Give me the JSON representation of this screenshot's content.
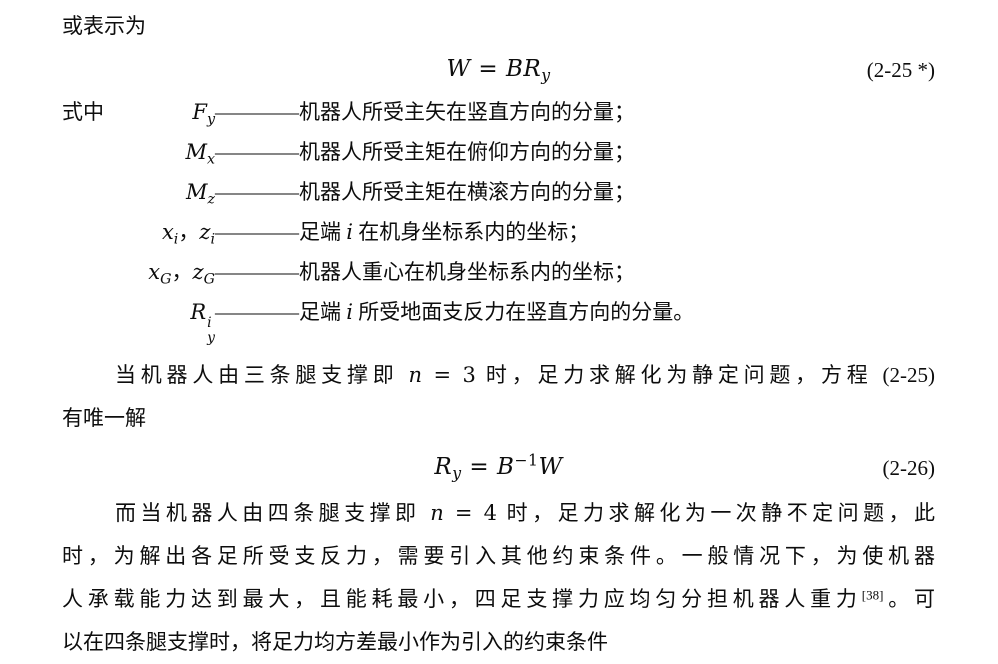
{
  "intro": "或表示为",
  "where_label": "式中",
  "equations": [
    {
      "math": "W = BR_y",
      "label": "(2-25 *)"
    },
    {
      "math": "R_y = B^{-1}W",
      "label": "(2-26)"
    }
  ],
  "definitions": [
    {
      "symbol": "F_y",
      "desc": [
        {
          "t": "text",
          "v": "————机器人所受主矢在竖直方向的分量；"
        }
      ]
    },
    {
      "symbol": "M_x",
      "desc": [
        {
          "t": "text",
          "v": "————机器人所受主矩在俯仰方向的分量；"
        }
      ]
    },
    {
      "symbol": "M_z",
      "desc": [
        {
          "t": "text",
          "v": "————机器人所受主矩在横滚方向的分量；"
        }
      ]
    },
    {
      "symbol": "x_i，z_i",
      "desc": [
        {
          "t": "text",
          "v": "————足端 "
        },
        {
          "t": "math",
          "v": "i"
        },
        {
          "t": "text",
          "v": " 在机身坐标系内的坐标；"
        }
      ]
    },
    {
      "symbol": "x_G，z_G",
      "desc": [
        {
          "t": "text",
          "v": "————机器人重心在机身坐标系内的坐标；"
        }
      ]
    },
    {
      "symbol": "R_y^i",
      "desc": [
        {
          "t": "text",
          "v": "————足端 "
        },
        {
          "t": "math",
          "v": "i"
        },
        {
          "t": "text",
          "v": " 所受地面支反力在竖直方向的分量。"
        }
      ]
    }
  ],
  "paragraphs": [
    {
      "lines": [
        [
          {
            "t": "text",
            "v": "当机器人由三条腿支撑即 "
          },
          {
            "t": "math",
            "v": "n = 3"
          },
          {
            "t": "text",
            "v": " 时，足力求解化为静定问题，方程 (2-25)"
          }
        ],
        [
          {
            "t": "text",
            "v": "有唯一解"
          }
        ]
      ]
    },
    {
      "lines": [
        [
          {
            "t": "text",
            "v": "而当机器人由四条腿支撑即 "
          },
          {
            "t": "math",
            "v": "n = 4"
          },
          {
            "t": "text",
            "v": " 时，足力求解化为一次静不定问题，此"
          }
        ],
        [
          {
            "t": "text",
            "v": "时，为解出各足所受支反力，需要引入其他约束条件。一般情况下，为使机器"
          }
        ],
        [
          {
            "t": "text",
            "v": "人承载能力达到最大，且能耗最小，四足支撑力应均匀分担机器人重力"
          },
          {
            "t": "sup",
            "v": "[38]"
          },
          {
            "t": "text",
            "v": "。可"
          }
        ],
        [
          {
            "t": "text",
            "v": "以在四条腿支撑时，将足力均方差最小作为引入的约束条件"
          }
        ]
      ]
    }
  ]
}
